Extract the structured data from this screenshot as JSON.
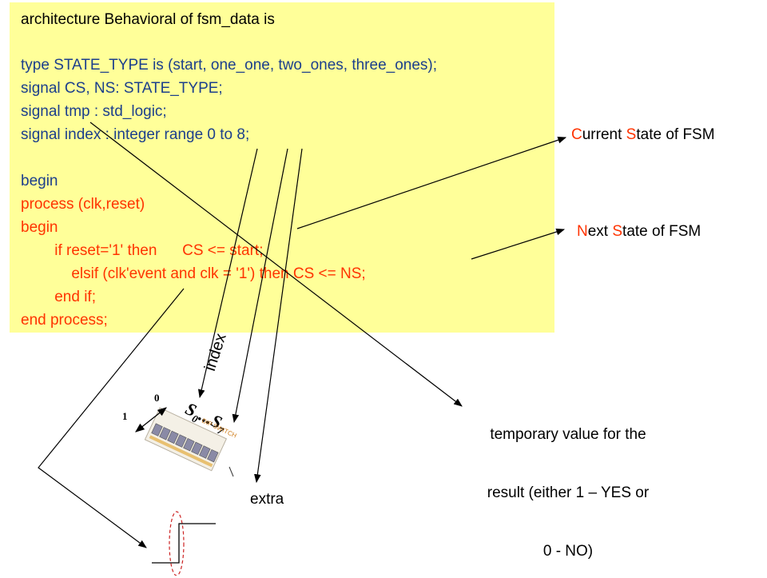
{
  "code": {
    "declarations": [
      "architecture Behavioral of fsm_data is",
      "",
      "type STATE_TYPE is (start, one_one, two_ones, three_ones);",
      "signal CS, NS: STATE_TYPE;",
      "signal tmp : std_logic;",
      "signal index : integer range 0 to 8;",
      "",
      "begin"
    ],
    "process": [
      "process (clk,reset)",
      "begin",
      "        if reset='1' then      CS <= start;",
      "            elsif (clk'event and clk = '1') then CS <= NS;",
      "        end if;",
      "end process;"
    ]
  },
  "annotations": {
    "current_state": {
      "first": "C",
      "first_rest": "urrent ",
      "second": "S",
      "second_rest": "tate of FSM"
    },
    "next_state": {
      "first": "N",
      "first_rest": "ext ",
      "second": "S",
      "second_rest": "tate of FSM"
    },
    "temporary": [
      "temporary value for the",
      "result (either 1 – YES or",
      "0 - NO)"
    ],
    "index": "index",
    "switches": {
      "s0": "S",
      "sub0": "0",
      "dots": "...",
      "s7": "S",
      "sub7": "7"
    },
    "extra": "extra",
    "dip": {
      "zero": "0",
      "one": "1",
      "label": "DIP SWITCH"
    }
  }
}
